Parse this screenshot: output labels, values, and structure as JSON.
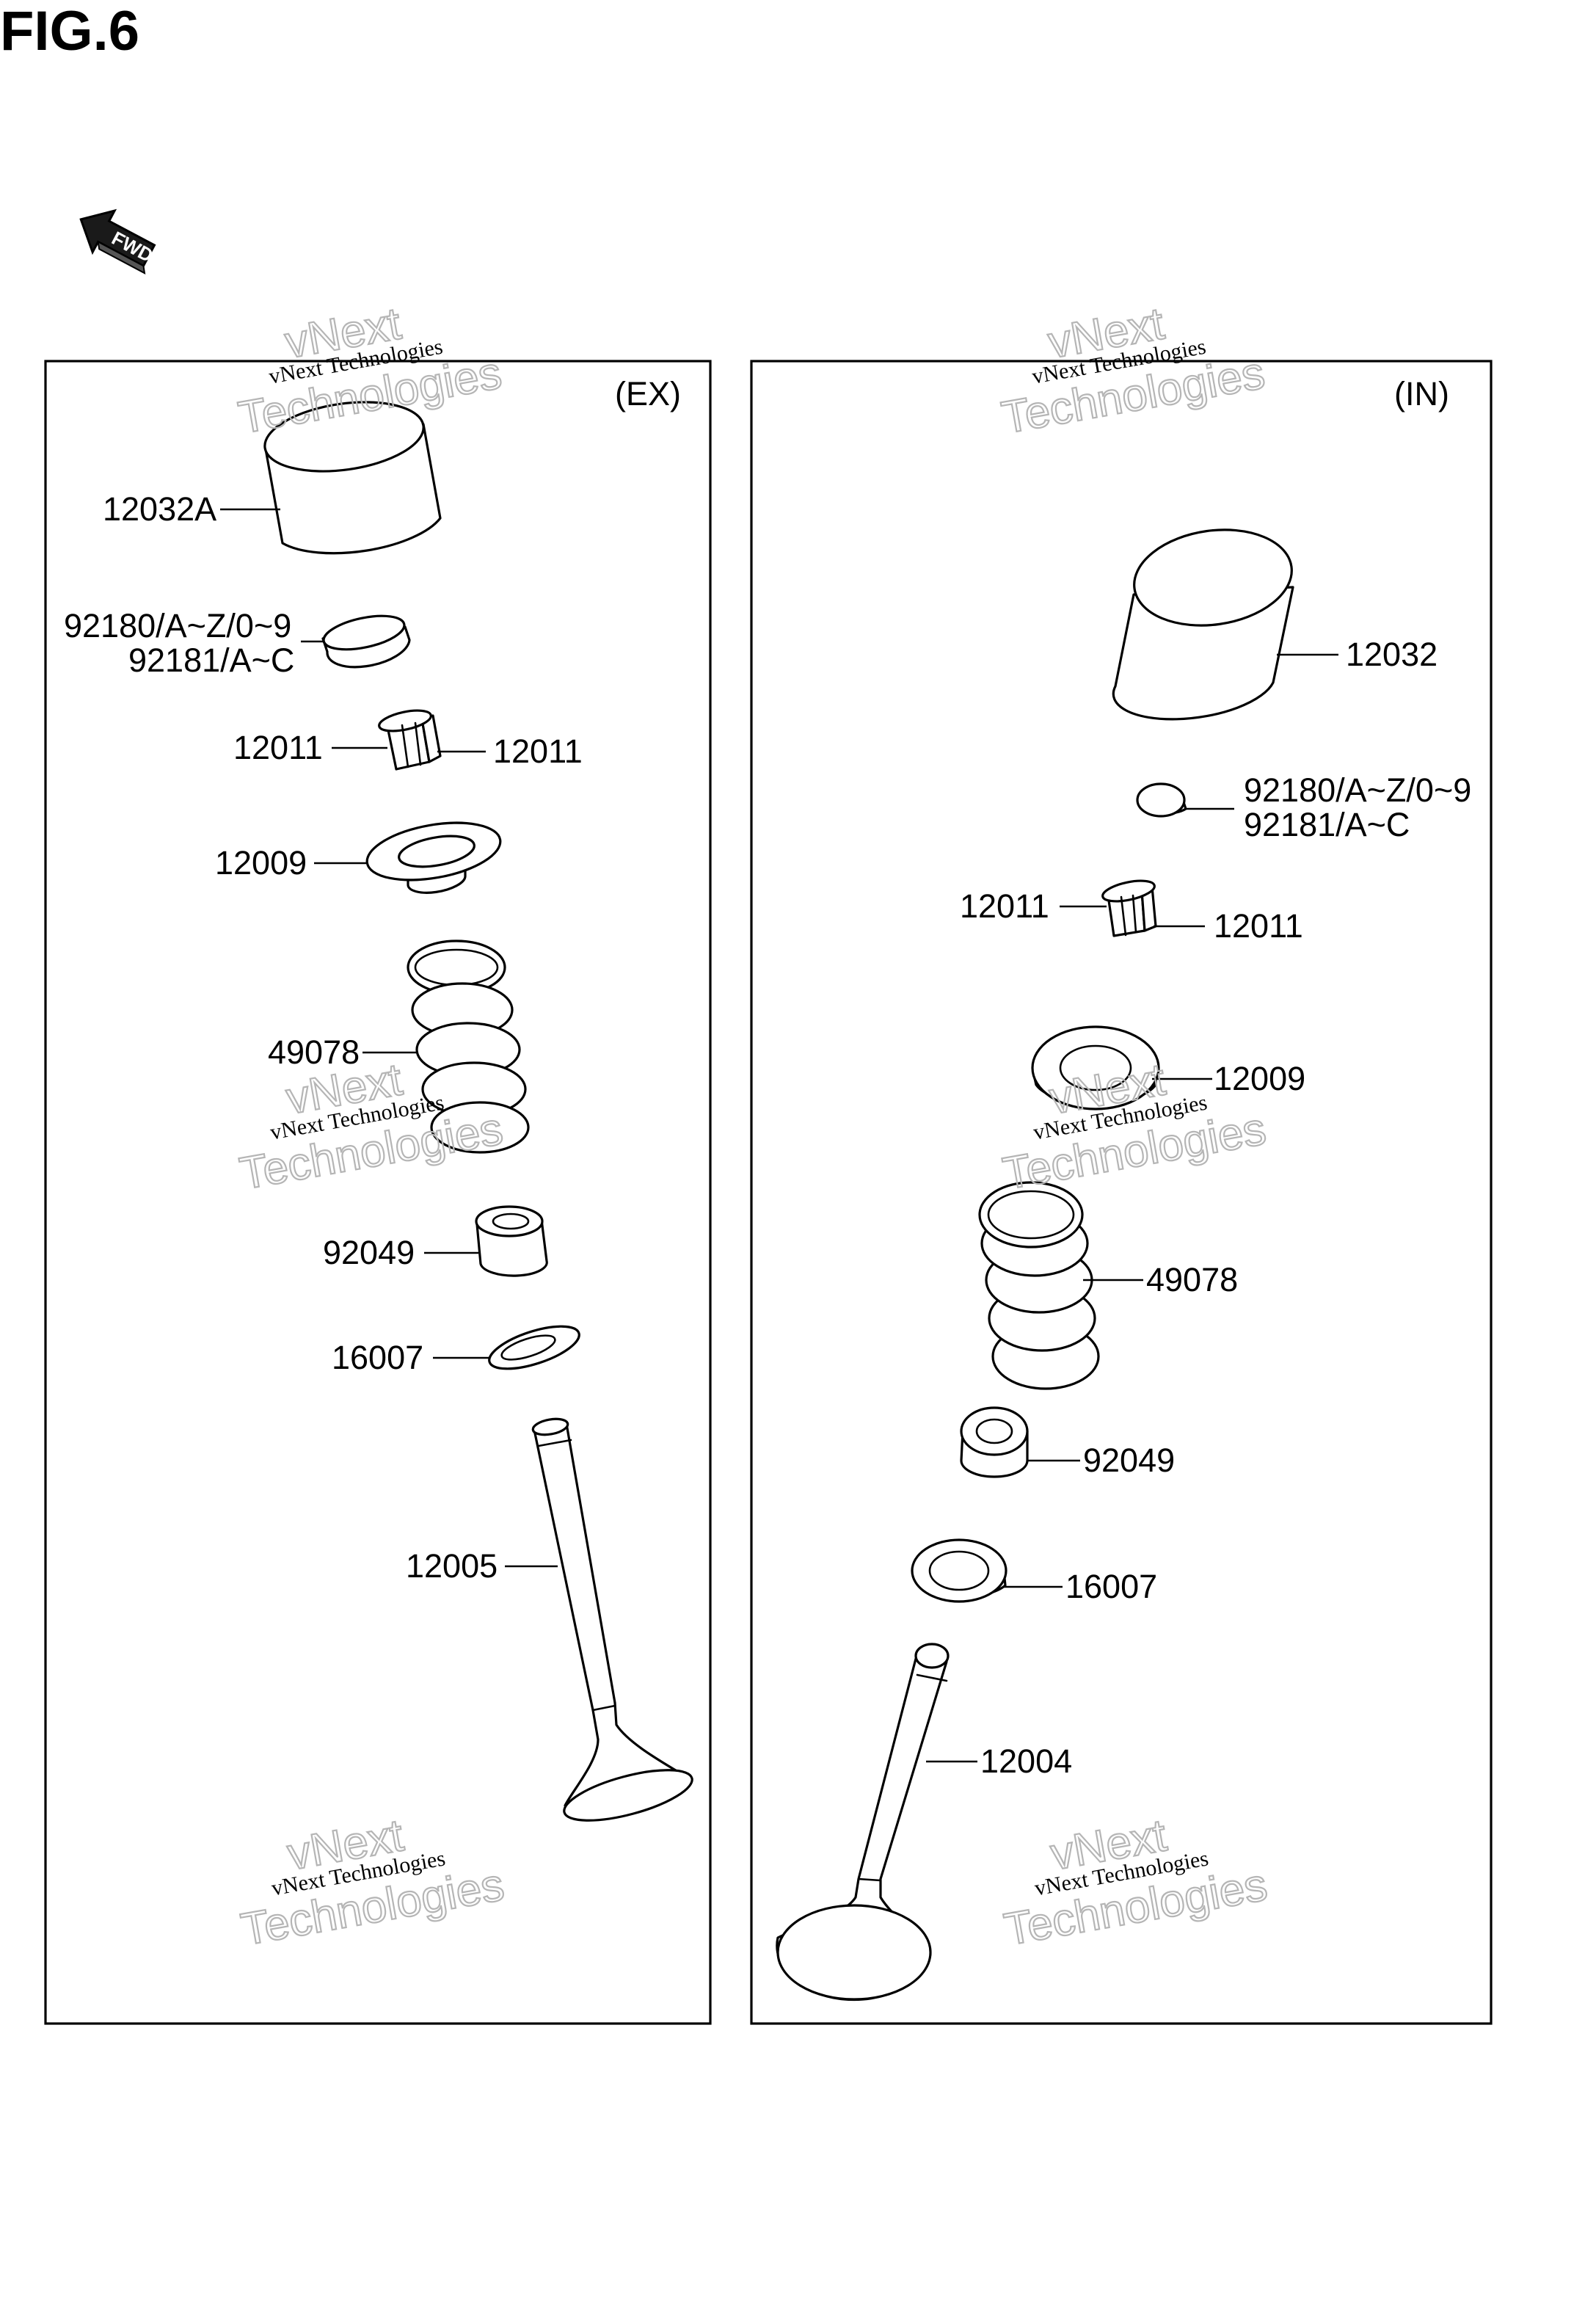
{
  "title": "FIG.6",
  "fwd_label": "FWD",
  "watermark": {
    "line1": "vNext Technologies",
    "line2": "vNext",
    "line3": "Technologies"
  },
  "panels": {
    "exhaust": {
      "tag": "(EX)",
      "labels": {
        "lifter": "12032A",
        "shim_1": "92180/A~Z/0~9",
        "shim_2": "92181/A~C",
        "cotter_left": "12011",
        "cotter_right": "12011",
        "retainer": "12009",
        "spring": "49078",
        "seal": "92049",
        "spring_seat": "16007",
        "valve": "12005"
      }
    },
    "intake": {
      "tag": "(IN)",
      "labels": {
        "lifter": "12032",
        "shim_1": "92180/A~Z/0~9",
        "shim_2": "92181/A~C",
        "cotter_left": "12011",
        "cotter_right": "12011",
        "retainer": "12009",
        "spring": "49078",
        "seal": "92049",
        "spring_seat": "16007",
        "valve": "12004"
      }
    }
  }
}
